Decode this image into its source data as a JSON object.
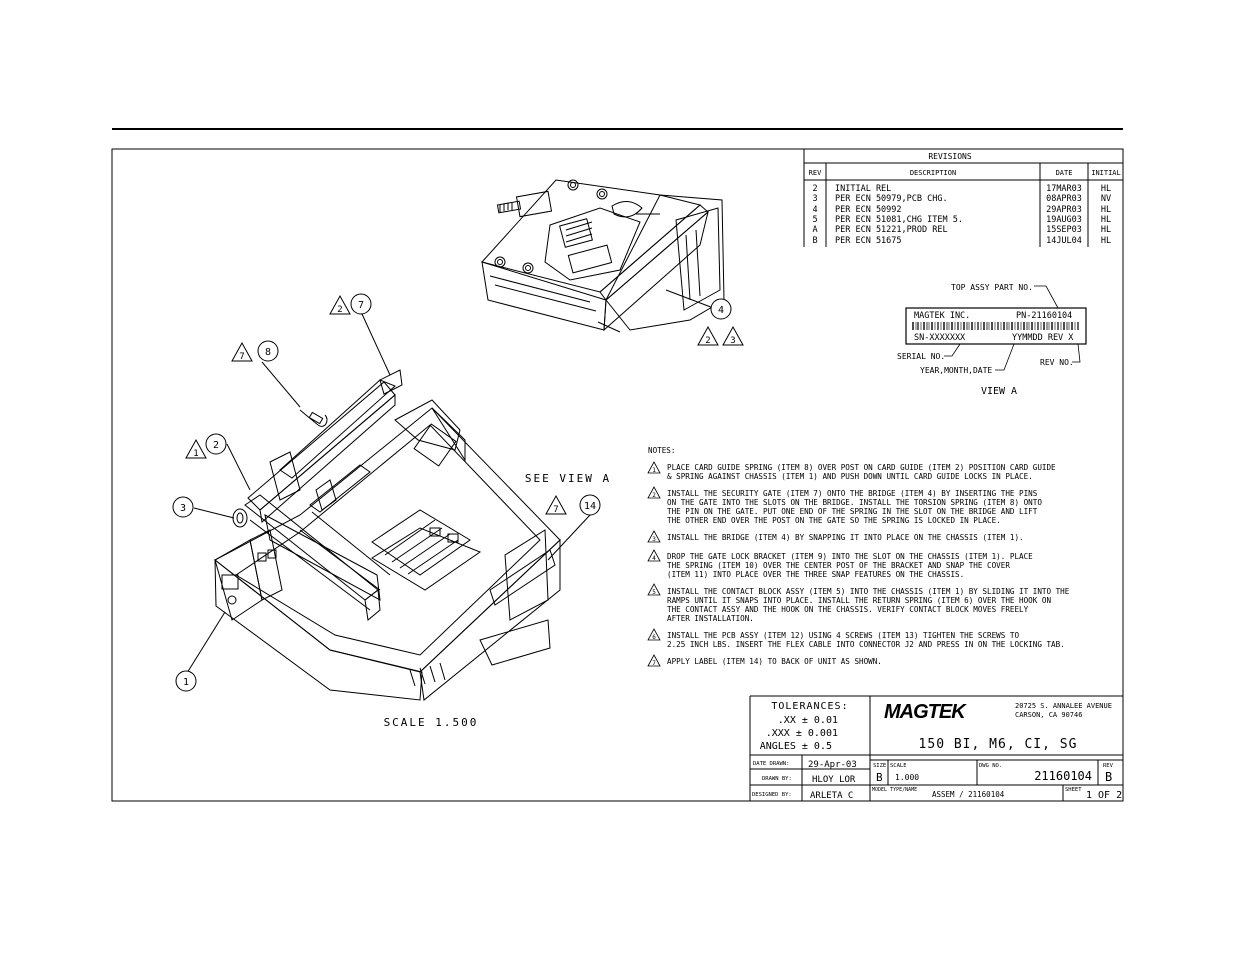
{
  "revisions": {
    "title": "REVISIONS",
    "headers": {
      "rev": "REV",
      "description": "DESCRIPTION",
      "date": "DATE",
      "initial": "INITIAL"
    },
    "rows": [
      {
        "rev": "2",
        "description": "INITIAL REL",
        "date": "17MAR03",
        "initial": "HL"
      },
      {
        "rev": "3",
        "description": "PER ECN 50979,PCB CHG.",
        "date": "08APR03",
        "initial": "NV"
      },
      {
        "rev": "4",
        "description": "PER ECN 50992",
        "date": "29APR03",
        "initial": "HL"
      },
      {
        "rev": "5",
        "description": "PER ECN 51081,CHG ITEM 5.",
        "date": "19AUG03",
        "initial": "HL"
      },
      {
        "rev": "A",
        "description": "PER ECN 51221,PROD REL",
        "date": "15SEP03",
        "initial": "HL"
      },
      {
        "rev": "B",
        "description": "PER ECN 51675",
        "date": "14JUL04",
        "initial": "HL"
      }
    ]
  },
  "view_a": {
    "top_assy_label": "TOP ASSY PART NO.",
    "label_company": "MAGTEK INC.",
    "label_pn": "PN-21160104",
    "label_sn": "SN-XXXXXXX",
    "label_date_rev": "YYMMDD REV X",
    "serial_label": "SERIAL NO.",
    "year_label": "YEAR,MONTH,DATE",
    "rev_label": "REV NO.",
    "view_title": "VIEW A"
  },
  "callouts": {
    "c1": "1",
    "c2": "2",
    "c3": "3",
    "c4": "4",
    "c7": "7",
    "c8": "8",
    "c14": "14",
    "f1": "1",
    "f2a": "2",
    "f2b": "2",
    "f3": "3",
    "f7a": "7",
    "f7b": "7"
  },
  "see_view": "SEE VIEW A",
  "scale_note": "SCALE  1.500",
  "notes": {
    "heading": "NOTES:",
    "items": [
      {
        "flag": "1",
        "lines": [
          "PLACE CARD GUIDE SPRING (ITEM 8) OVER POST ON CARD GUIDE (ITEM 2) POSITION CARD GUIDE",
          "& SPRING AGAINST CHASSIS (ITEM 1) AND PUSH DOWN UNTIL CARD GUIDE LOCKS IN PLACE."
        ]
      },
      {
        "flag": "2",
        "lines": [
          "INSTALL THE SECURITY GATE (ITEM 7) ONTO THE BRIDGE (ITEM 4) BY INSERTING THE PINS",
          "ON THE GATE INTO THE SLOTS ON THE BRIDGE. INSTALL THE TORSION SPRING (ITEM 8) ONTO",
          "THE PIN ON THE GATE. PUT ONE END OF THE SPRING IN THE SLOT ON THE BRIDGE AND LIFT",
          "THE OTHER END OVER THE POST ON THE GATE SO THE SPRING IS LOCKED IN PLACE."
        ]
      },
      {
        "flag": "3",
        "lines": [
          "INSTALL THE BRIDGE (ITEM 4) BY SNAPPING IT INTO PLACE ON THE CHASSIS (ITEM 1)."
        ]
      },
      {
        "flag": "4",
        "lines": [
          "DROP THE GATE LOCK BRACKET (ITEM 9) INTO THE SLOT ON THE CHASSIS (ITEM 1). PLACE",
          "THE SPRING (ITEM 10) OVER THE CENTER POST OF THE BRACKET AND SNAP THE COVER",
          "(ITEM 11) INTO PLACE OVER THE THREE SNAP FEATURES ON THE CHASSIS."
        ]
      },
      {
        "flag": "5",
        "lines": [
          "INSTALL THE CONTACT BLOCK ASSY (ITEM 5) INTO THE CHASSIS (ITEM 1) BY SLIDING IT INTO THE",
          "RAMPS UNTIL IT SNAPS INTO PLACE. INSTALL THE RETURN SPRING (ITEM 6) OVER THE HOOK ON",
          "THE CONTACT ASSY AND THE HOOK ON THE CHASSIS. VERIFY CONTACT BLOCK MOVES FREELY",
          "AFTER INSTALLATION."
        ]
      },
      {
        "flag": "6",
        "lines": [
          "INSTALL THE PCB ASSY (ITEM 12) USING 4 SCREWS (ITEM 13) TIGHTEN THE SCREWS TO",
          "2.25 INCH LBS. INSERT THE FLEX CABLE INTO CONNECTOR J2 AND PRESS IN ON THE LOCKING TAB."
        ]
      },
      {
        "flag": "7",
        "lines": [
          "APPLY LABEL (ITEM 14) TO BACK OF UNIT AS SHOWN."
        ]
      }
    ]
  },
  "title_block": {
    "tolerances_title": "TOLERANCES:",
    "tol_xx": ".XX ± 0.01",
    "tol_xxx": ".XXX ± 0.001",
    "tol_angles": "ANGLES ± 0.5",
    "logo": "MAGTEK",
    "address1": "20725 S. ANNALEE AVENUE",
    "address2": "CARSON, CA 90746",
    "drawing_title": "150 BI, M6, CI, SG",
    "date_drawn_label": "DATE DRAWN:",
    "date_drawn": "29-Apr-03",
    "drawn_by_label": "DRAWN BY:",
    "drawn_by": "HLOY LOR",
    "designed_by_label": "DESIGNED BY:",
    "designed_by": "ARLETA C",
    "size_label": "SIZE",
    "size": "B",
    "scale_label": "SCALE",
    "scale": "1.000",
    "dwg_label": "DWG NO.",
    "dwg_no": "21160104",
    "rev_label": "REV",
    "rev": "B",
    "model_label": "MODEL TYPE/NAME",
    "model": "ASSEM / 21160104",
    "sheet_label": "SHEET",
    "sheet": "1 OF 2"
  }
}
